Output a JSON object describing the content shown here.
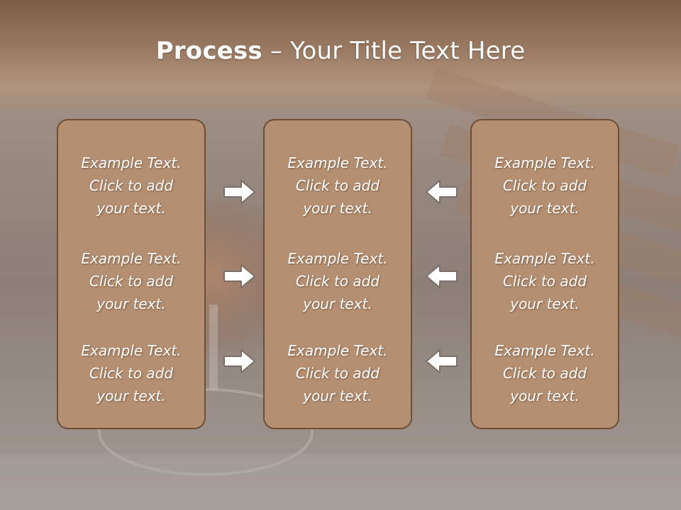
{
  "slide": {
    "title_bold": "Process",
    "title_rest": " – Your Title Text Here"
  },
  "columns": [
    {
      "items": [
        {
          "line1": "Example Text.",
          "line2": "Click  to add",
          "line3": "your text."
        },
        {
          "line1": "Example Text.",
          "line2": "Click  to add",
          "line3": "your text."
        },
        {
          "line1": "Example Text.",
          "line2": "Click  to add",
          "line3": "your text."
        }
      ]
    },
    {
      "items": [
        {
          "line1": "Example Text.",
          "line2": "Click  to add",
          "line3": "your text."
        },
        {
          "line1": "Example Text.",
          "line2": "Click  to add",
          "line3": "your text."
        },
        {
          "line1": "Example Text.",
          "line2": "Click  to add",
          "line3": "your text."
        }
      ]
    },
    {
      "items": [
        {
          "line1": "Example Text.",
          "line2": "Click  to add",
          "line3": "your text."
        },
        {
          "line1": "Example Text.",
          "line2": "Click  to add",
          "line3": "your text."
        },
        {
          "line1": "Example Text.",
          "line2": "Click  to add",
          "line3": "your text."
        }
      ]
    }
  ],
  "icons": {
    "left_arrows": "arrow-right-icon",
    "right_arrows": "arrow-left-icon"
  },
  "colors": {
    "card_fill": "#b58f71",
    "card_border": "#6f4e36",
    "title_band": "#7b5e48",
    "text": "#ffffff"
  }
}
